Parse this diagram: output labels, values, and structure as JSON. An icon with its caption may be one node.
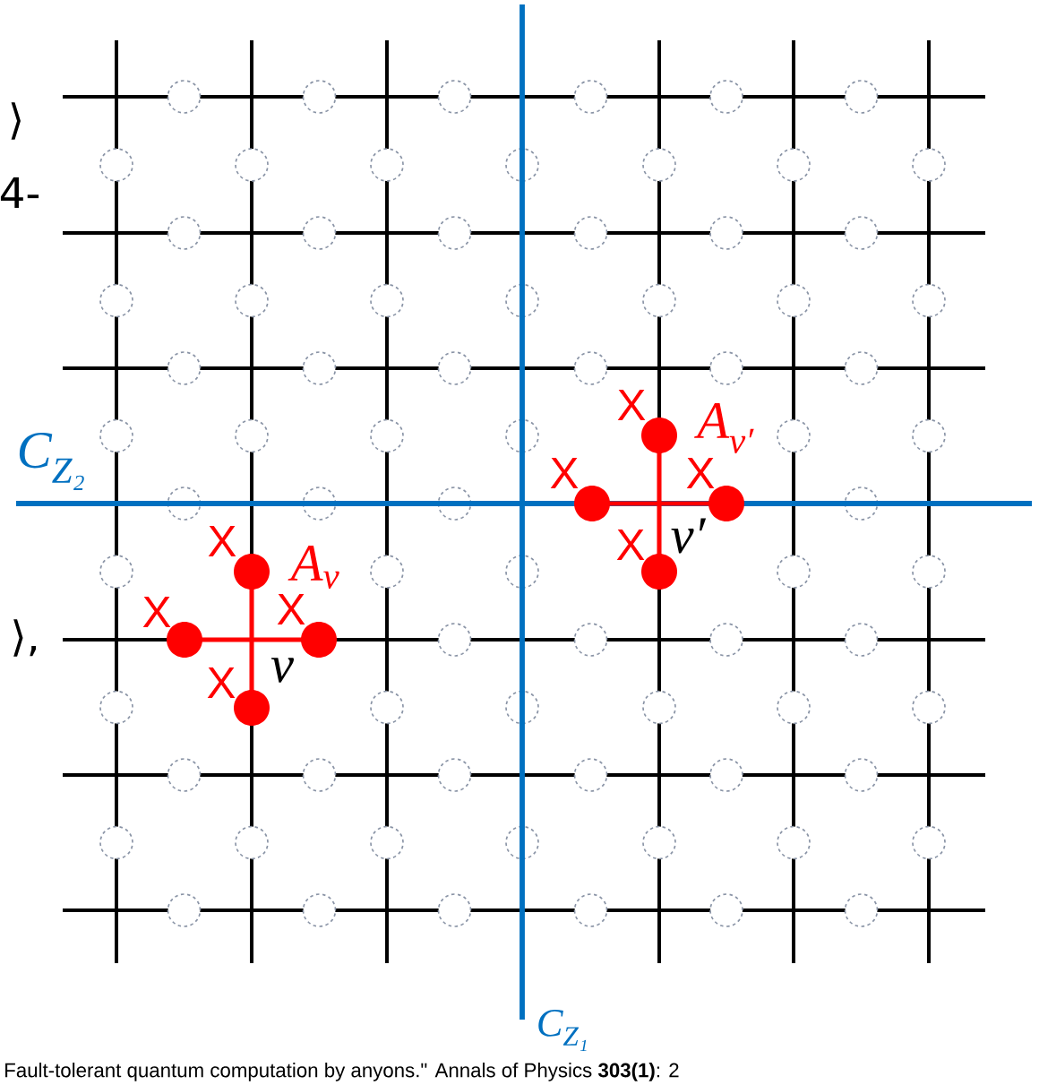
{
  "diagram": {
    "caption": "Fault-tolerant quantum computation by anyons.\" Annals of Physics **303(1)**: 2",
    "labels": [
      "⟩",
      "4-",
      "X",
      "A$_{v′}$",
      "C$_{Z₂}$",
      "X",
      "X",
      "X",
      "X",
      "v′",
      "A$_{v}$",
      "X",
      "X",
      "⟩,",
      "X",
      "v",
      "C$_{Z₁}$"
    ]
  }
}
